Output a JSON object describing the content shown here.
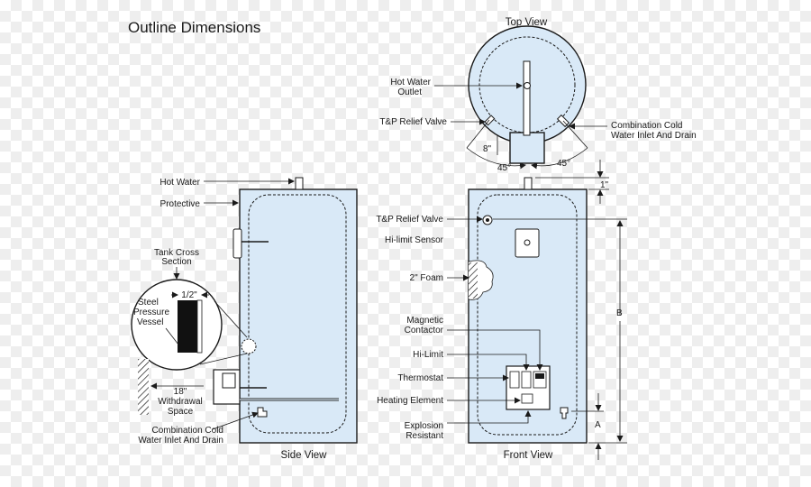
{
  "title": "Outline Dimensions",
  "views": {
    "top": "Top View",
    "side": "Side View",
    "front": "Front View"
  },
  "top_view": {
    "hot_water_outlet": [
      "Hot Water",
      "Outlet"
    ],
    "tp_relief_valve": "T&P Relief Valve",
    "combination_inlet": [
      "Combination Cold",
      "Water Inlet And Drain"
    ],
    "dim_8": "8\"",
    "angle_left": "45°",
    "angle_right": "45°"
  },
  "side_view": {
    "hot_water": "Hot Water",
    "protective": "Protective",
    "tank_cross_section": [
      "Tank Cross",
      "Section"
    ],
    "steel_pressure_vessel": [
      "Steel",
      "Pressure",
      "Vessel"
    ],
    "half_inch": "1/2\"",
    "withdrawal": [
      "18\"",
      "Withdrawal",
      "Space"
    ],
    "combination_inlet": [
      "Combination Cold",
      "Water Inlet And Drain"
    ]
  },
  "front_view": {
    "tp_relief_valve": "T&P Relief Valve",
    "hi_limit_sensor": "Hi-limit Sensor",
    "foam": "2\" Foam",
    "magnetic_contactor": [
      "Magnetic",
      "Contactor"
    ],
    "hi_limit": "Hi-Limit",
    "thermostat": "Thermostat",
    "heating_element": "Heating Element",
    "explosion_resistant": [
      "Explosion",
      "Resistant"
    ],
    "dim_1": "1\"",
    "dim_b": "B",
    "dim_a": "A"
  }
}
